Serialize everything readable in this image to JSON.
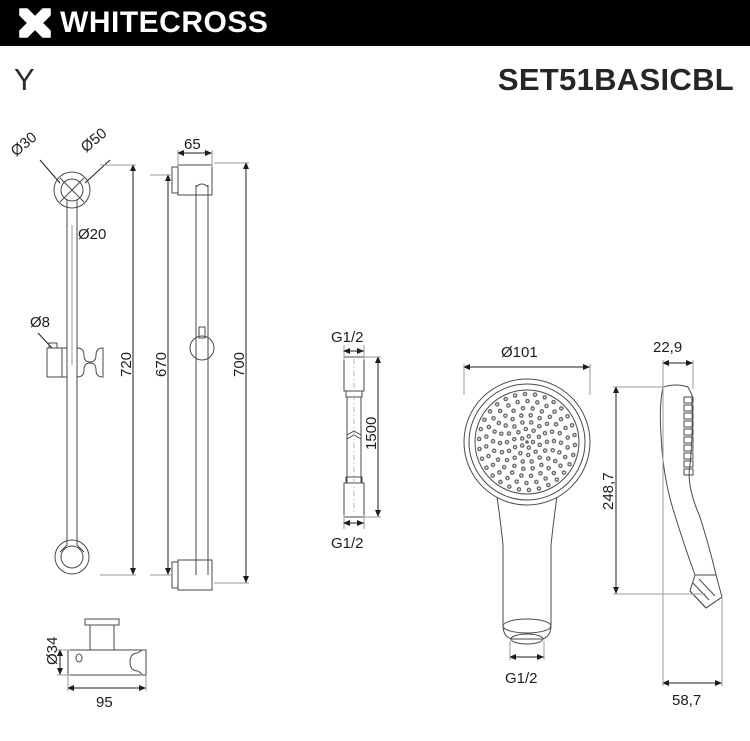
{
  "header": {
    "brand": "WHITECROSS",
    "logo_icon": "cross-x-icon",
    "background": "#000000",
    "text_color": "#ffffff"
  },
  "title_row": {
    "variant": "Y",
    "product_code": "SET51BASICBL"
  },
  "drawing": {
    "line_color": "#4a4a4a",
    "dim_color": "#1d1d1d",
    "views": [
      {
        "name": "slide-bar-front-view",
        "labels": [
          "Ø30",
          "Ø50",
          "Ø20",
          "Ø8",
          "720"
        ]
      },
      {
        "name": "slide-bar-side-view",
        "labels": [
          "65",
          "670",
          "700"
        ]
      },
      {
        "name": "shower-hose-view",
        "labels": [
          "G1/2",
          "1500",
          "G1/2"
        ]
      },
      {
        "name": "hand-shower-front-view",
        "labels": [
          "Ø101",
          "G1/2"
        ]
      },
      {
        "name": "hand-shower-side-view",
        "labels": [
          "22,9",
          "248,7",
          "58,7"
        ]
      },
      {
        "name": "wall-bracket-detail-view",
        "labels": [
          "Ø34",
          "95"
        ]
      }
    ],
    "dimensions": {
      "bar_top_bracket_small_dia": "Ø30",
      "bar_top_bracket_large_dia": "Ø50",
      "bar_tube_dia": "Ø20",
      "bar_holder_screw_dia": "Ø8",
      "bar_total_height": "720",
      "bar_bracket_projection": "65",
      "bar_mount_centers": "670",
      "bar_rail_length": "700",
      "hose_inlet_thread": "G1/2",
      "hose_length": "1500",
      "hose_outlet_thread": "G1/2",
      "head_diameter": "Ø101",
      "handset_thread": "G1/2",
      "head_thickness": "22,9",
      "handset_length": "248,7",
      "handset_depth": "58,7",
      "bracket_diameter": "Ø34",
      "bracket_width": "95"
    }
  }
}
